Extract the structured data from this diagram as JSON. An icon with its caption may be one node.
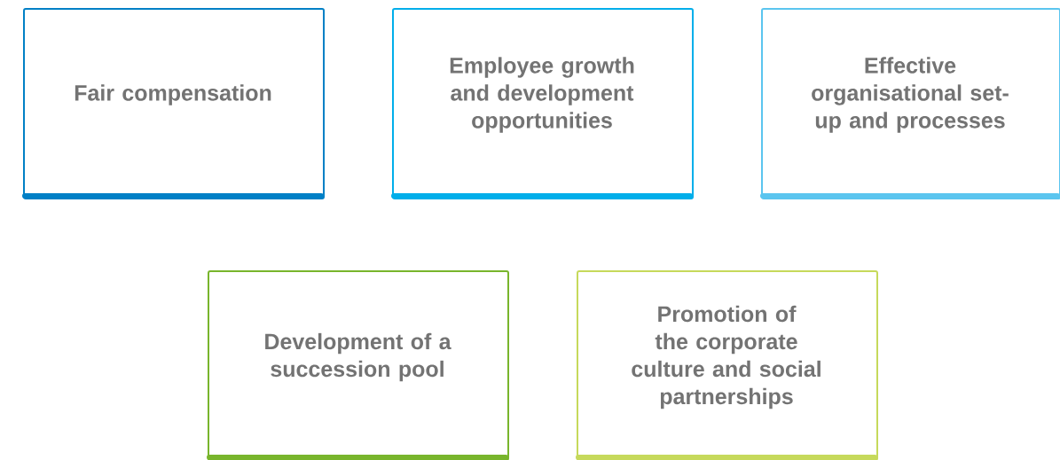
{
  "diagram": {
    "nodes": [
      {
        "text": [
          "Fair compensation"
        ]
      },
      {
        "text": [
          "Employee growth and development opportunities"
        ]
      },
      {
        "text": [
          "Effective organisational set-up and processes"
        ]
      },
      {
        "text": [
          "Development of a succession pool"
        ]
      },
      {
        "text": [
          "Promotion of the corporate culture and social partnerships"
        ]
      }
    ]
  }
}
